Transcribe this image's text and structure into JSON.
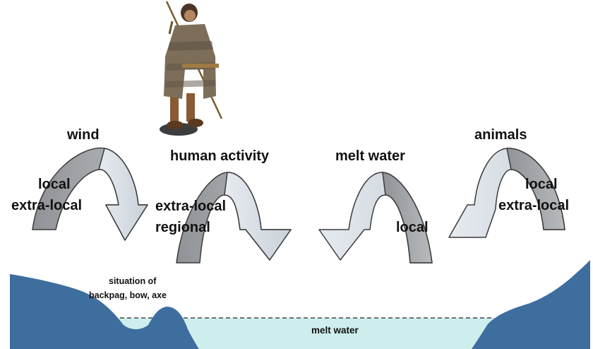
{
  "labels": {
    "wind": "wind",
    "human_activity": "human activity",
    "melt_water_top": "melt water",
    "animals": "animals",
    "wind_local": "local",
    "wind_extra_local": "extra-local",
    "human_extra_local": "extra-local",
    "human_regional": "regional",
    "melt_local": "local",
    "animals_local": "local",
    "animals_extra_local": "extra-local",
    "situation_line1": "situation of",
    "situation_line2": "backpag, bow, axe",
    "melt_water_bottom": "melt water"
  },
  "colors": {
    "terrain": "#3e6e9e",
    "water": "#cdeeed",
    "arrow_dark": "#a5a8ab",
    "arrow_light": "#d7dde4",
    "arrow_stroke": "#3b3b3b"
  }
}
